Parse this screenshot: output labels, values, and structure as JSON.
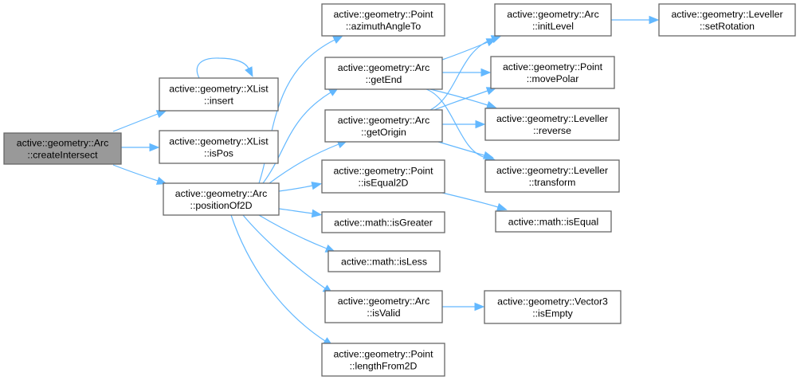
{
  "graph": {
    "edge_color": "#63b8ff",
    "root_fill": "#999999",
    "node_fill": "#ffffff",
    "node_border": "#666666",
    "nodes": [
      {
        "id": "createIntersect",
        "line1": "active::geometry::Arc",
        "line2": "::createIntersect",
        "root": true
      },
      {
        "id": "xlist_insert",
        "line1": "active::geometry::XList",
        "line2": "::insert"
      },
      {
        "id": "xlist_isPos",
        "line1": "active::geometry::XList",
        "line2": "::isPos"
      },
      {
        "id": "positionOf2D",
        "line1": "active::geometry::Arc",
        "line2": "::positionOf2D"
      },
      {
        "id": "azimuthAngleTo",
        "line1": "active::geometry::Point",
        "line2": "::azimuthAngleTo"
      },
      {
        "id": "getEnd",
        "line1": "active::geometry::Arc",
        "line2": "::getEnd"
      },
      {
        "id": "getOrigin",
        "line1": "active::geometry::Arc",
        "line2": "::getOrigin"
      },
      {
        "id": "isEqual2D",
        "line1": "active::geometry::Point",
        "line2": "::isEqual2D"
      },
      {
        "id": "isGreater",
        "line1": "active::math::isGreater",
        "line2": ""
      },
      {
        "id": "isLess",
        "line1": "active::math::isLess",
        "line2": ""
      },
      {
        "id": "isValid",
        "line1": "active::geometry::Arc",
        "line2": "::isValid"
      },
      {
        "id": "lengthFrom2D",
        "line1": "active::geometry::Point",
        "line2": "::lengthFrom2D"
      },
      {
        "id": "initLevel",
        "line1": "active::geometry::Arc",
        "line2": "::initLevel"
      },
      {
        "id": "movePolar",
        "line1": "active::geometry::Point",
        "line2": "::movePolar"
      },
      {
        "id": "reverse",
        "line1": "active::geometry::Leveller",
        "line2": "::reverse"
      },
      {
        "id": "transform",
        "line1": "active::geometry::Leveller",
        "line2": "::transform"
      },
      {
        "id": "isEqual",
        "line1": "active::math::isEqual",
        "line2": ""
      },
      {
        "id": "isEmpty",
        "line1": "active::geometry::Vector3",
        "line2": "::isEmpty"
      },
      {
        "id": "setRotation",
        "line1": "active::geometry::Leveller",
        "line2": "::setRotation"
      }
    ],
    "edges": [
      {
        "from": "createIntersect",
        "to": "xlist_insert"
      },
      {
        "from": "createIntersect",
        "to": "xlist_isPos"
      },
      {
        "from": "createIntersect",
        "to": "positionOf2D"
      },
      {
        "from": "xlist_insert",
        "to": "xlist_insert"
      },
      {
        "from": "positionOf2D",
        "to": "azimuthAngleTo"
      },
      {
        "from": "positionOf2D",
        "to": "getEnd"
      },
      {
        "from": "positionOf2D",
        "to": "getOrigin"
      },
      {
        "from": "positionOf2D",
        "to": "isEqual2D"
      },
      {
        "from": "positionOf2D",
        "to": "isGreater"
      },
      {
        "from": "positionOf2D",
        "to": "isLess"
      },
      {
        "from": "positionOf2D",
        "to": "isValid"
      },
      {
        "from": "positionOf2D",
        "to": "lengthFrom2D"
      },
      {
        "from": "getEnd",
        "to": "initLevel"
      },
      {
        "from": "getEnd",
        "to": "movePolar"
      },
      {
        "from": "getEnd",
        "to": "reverse"
      },
      {
        "from": "getEnd",
        "to": "transform"
      },
      {
        "from": "getOrigin",
        "to": "initLevel"
      },
      {
        "from": "getOrigin",
        "to": "movePolar"
      },
      {
        "from": "getOrigin",
        "to": "reverse"
      },
      {
        "from": "getOrigin",
        "to": "transform"
      },
      {
        "from": "isEqual2D",
        "to": "isEqual"
      },
      {
        "from": "isValid",
        "to": "isEmpty"
      },
      {
        "from": "initLevel",
        "to": "setRotation"
      }
    ]
  }
}
